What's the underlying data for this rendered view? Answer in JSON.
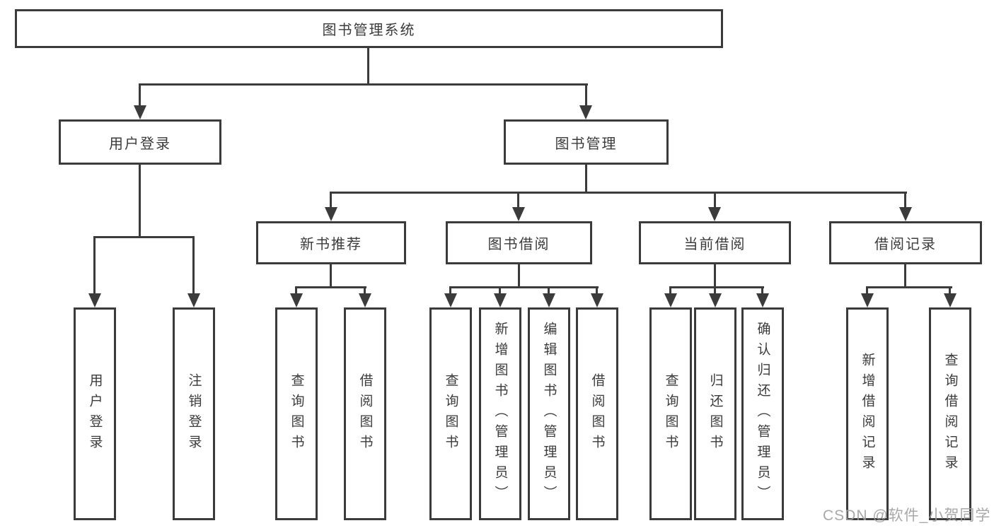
{
  "diagram": {
    "root": {
      "label": "图书管理系统"
    },
    "branches": [
      {
        "label": "用户登录",
        "children": [
          {
            "label": "用户登录"
          },
          {
            "label": "注销登录"
          }
        ]
      },
      {
        "label": "图书管理",
        "groups": [
          {
            "label": "新书推荐",
            "children": [
              {
                "label": "查询图书"
              },
              {
                "label": "借阅图书"
              }
            ]
          },
          {
            "label": "图书借阅",
            "children": [
              {
                "label": "查询图书"
              },
              {
                "label": "新增图书（管理员）"
              },
              {
                "label": "编辑图书（管理员）"
              },
              {
                "label": "借阅图书"
              }
            ]
          },
          {
            "label": "当前借阅",
            "children": [
              {
                "label": "查询图书"
              },
              {
                "label": "归还图书"
              },
              {
                "label": "确认归还（管理员）"
              }
            ]
          },
          {
            "label": "借阅记录",
            "children": [
              {
                "label": "新增借阅记录"
              },
              {
                "label": "查询借阅记录"
              }
            ]
          }
        ]
      }
    ]
  },
  "watermark": {
    "text": "CSDN @软件_小贺同学"
  },
  "colors": {
    "line": "#3b3b3b",
    "text": "#3b3b3b",
    "watermark": "#9e9e9e",
    "background": "#ffffff"
  }
}
